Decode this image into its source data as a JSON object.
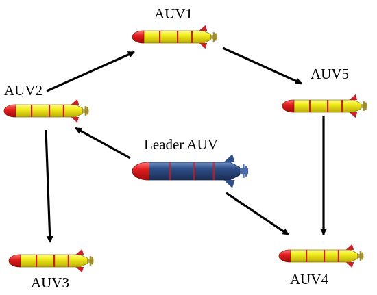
{
  "diagram": {
    "nodes": [
      {
        "id": "auv1",
        "label": "AUV1",
        "kind": "follower"
      },
      {
        "id": "auv2",
        "label": "AUV2",
        "kind": "follower"
      },
      {
        "id": "auv3",
        "label": "AUV3",
        "kind": "follower"
      },
      {
        "id": "auv4",
        "label": "AUV4",
        "kind": "follower"
      },
      {
        "id": "auv5",
        "label": "AUV5",
        "kind": "follower"
      },
      {
        "id": "leader",
        "label": "Leader AUV",
        "kind": "leader"
      }
    ],
    "edges": [
      {
        "from": "auv2",
        "to": "auv1"
      },
      {
        "from": "auv1",
        "to": "auv5"
      },
      {
        "from": "auv5",
        "to": "auv4"
      },
      {
        "from": "auv2",
        "to": "auv3"
      },
      {
        "from": "leader",
        "to": "auv2"
      },
      {
        "from": "leader",
        "to": "auv4"
      }
    ],
    "colors": {
      "follower_body": "#f2ee1c",
      "leader_body": "#2f4f88",
      "nose": "#e21d1d",
      "band": "#c8202a",
      "tail": "#b8a64a",
      "arrow": "#000000"
    }
  }
}
